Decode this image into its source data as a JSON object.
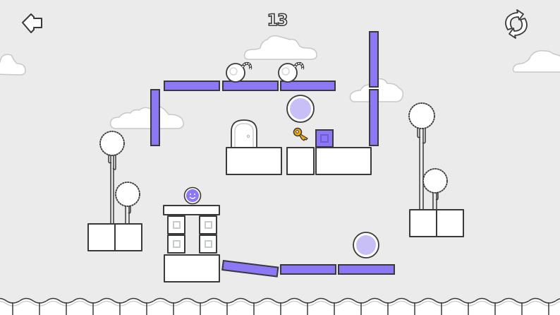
{
  "hud": {
    "back_button": {
      "icon": "back-arrow-icon"
    },
    "level_number": "13",
    "restart_button": {
      "icon": "restart-icon"
    }
  },
  "colors": {
    "background": "#ebebeb",
    "platform_purple": "#8c78f7",
    "outline": "#3a3a3a",
    "block_fill": "#ffffff",
    "ball_purple": "#c9bff7",
    "key_orange": "#f5a800",
    "player_purple": "#8c78f7"
  },
  "scene": {
    "objects": [
      {
        "type": "bomb",
        "count": 2
      },
      {
        "type": "door"
      },
      {
        "type": "key"
      },
      {
        "type": "purple-box"
      },
      {
        "type": "player-smiley"
      },
      {
        "type": "purple-ball",
        "count": 2
      },
      {
        "type": "tree",
        "count": 4
      },
      {
        "type": "cloud",
        "count": 5
      }
    ]
  }
}
